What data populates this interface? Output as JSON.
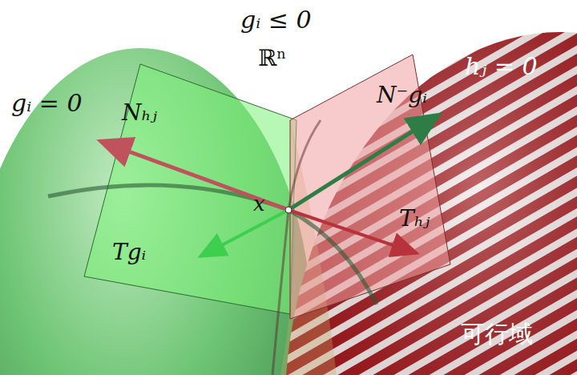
{
  "diagram": {
    "labels": [
      "gᵢ ≤ 0",
      "ℝⁿ",
      "gᵢ = 0",
      "hⱼ = 0",
      "Nₕⱼ",
      "N⁻gᵢ",
      "x",
      "Tgᵢ",
      "Tₕⱼ",
      "可行域"
    ]
  }
}
